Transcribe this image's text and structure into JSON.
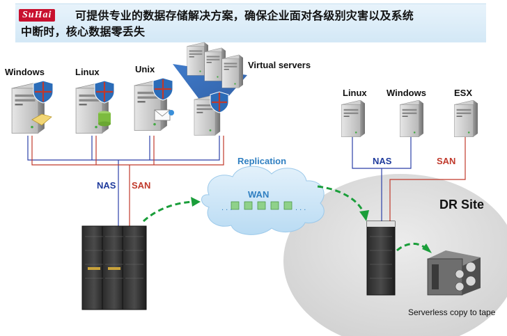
{
  "header": {
    "logo_text": "SuHai",
    "title_line1": "可提供专业的数据存储解决方案，确保企业面对各级别灾害以及系统",
    "title_line2": "中断时，核心数据零丢失"
  },
  "primary_site": {
    "servers": [
      {
        "os": "Windows",
        "icon": "shield-folder"
      },
      {
        "os": "Linux",
        "icon": "shield-database"
      },
      {
        "os": "Unix",
        "icon": "shield-mail"
      }
    ],
    "virtual_label": "Virtual servers",
    "nas_label": "NAS",
    "san_label": "SAN"
  },
  "replication": {
    "label": "Replication",
    "wan_label": "WAN"
  },
  "dr_site": {
    "title": "DR Site",
    "servers": [
      "Linux",
      "Windows",
      "ESX"
    ],
    "nas_label": "NAS",
    "san_label": "SAN",
    "tape_label": "Serverless copy to tape"
  },
  "colors": {
    "nas_line": "#2b3fa8",
    "san_line": "#c0392b",
    "nas_text": "#1f3b9c",
    "san_text": "#c0392b",
    "replication_text": "#2f7fc1",
    "arrow": "#1a9e3a",
    "cloud": "#cfe6f7"
  }
}
